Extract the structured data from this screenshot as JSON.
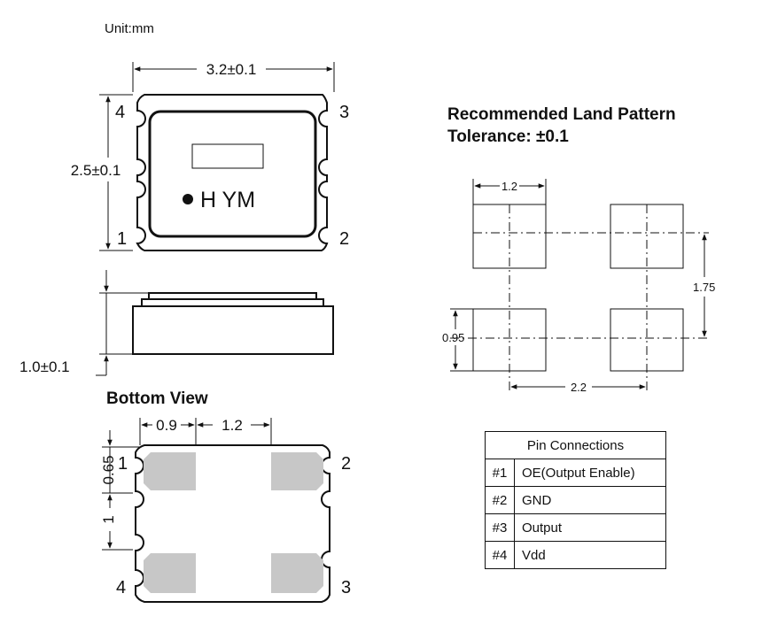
{
  "unit_label": "Unit:mm",
  "top_view": {
    "width_dim": "3.2±0.1",
    "height_dim": "2.5±0.1",
    "marking": "H YM",
    "pins": [
      "1",
      "2",
      "3",
      "4"
    ]
  },
  "side_view": {
    "thickness_dim": "1.0±0.1"
  },
  "bottom_view": {
    "title": "Bottom View",
    "dim_pad_width": "0.9",
    "dim_pad_pitch": "1.2",
    "dim_pad_height": "0.65",
    "dim_pad_gap": "1",
    "pins": [
      "1",
      "2",
      "3",
      "4"
    ]
  },
  "land_pattern": {
    "title_line1": "Recommended Land Pattern",
    "title_line2": "Tolerance: ±0.1",
    "dim_pad_width": "1.2",
    "dim_pitch_x": "2.2",
    "dim_pitch_y": "1.75",
    "dim_pad_height": "0.95"
  },
  "pin_table": {
    "header": "Pin Connections",
    "rows": [
      {
        "pin": "#1",
        "function": "OE(Output Enable)"
      },
      {
        "pin": "#2",
        "function": "GND"
      },
      {
        "pin": "#3",
        "function": "Output"
      },
      {
        "pin": "#4",
        "function": "Vdd"
      }
    ]
  }
}
